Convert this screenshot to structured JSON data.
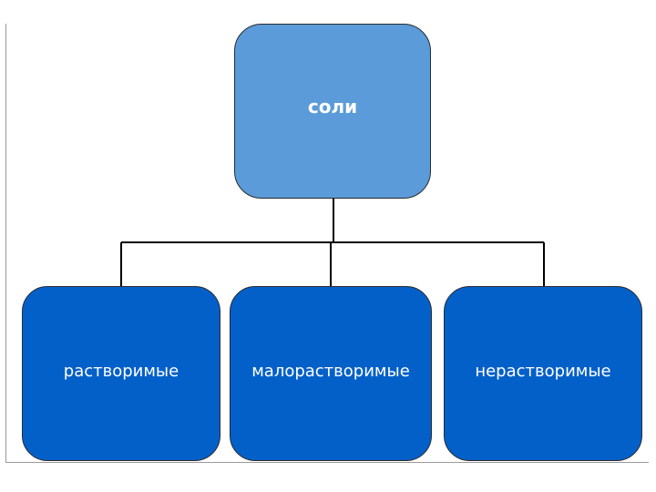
{
  "diagram": {
    "root": {
      "label": "соли"
    },
    "children": [
      {
        "id": "soluble",
        "label": "растворимые"
      },
      {
        "id": "slightly-soluble",
        "label": "малорастворимые"
      },
      {
        "id": "insoluble",
        "label": "нерастворимые"
      }
    ],
    "colors": {
      "root_fill": "#5b9bd9",
      "child_fill": "#0460c9",
      "text": "#ffffff",
      "connector": "#000000"
    }
  }
}
